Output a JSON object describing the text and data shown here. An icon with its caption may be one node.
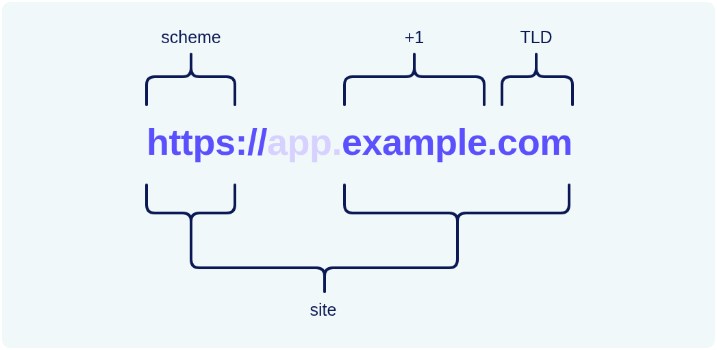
{
  "diagram": {
    "labels": [
      "scheme",
      "+1",
      "TLD",
      "https://",
      "app.",
      "example.com",
      "site"
    ]
  }
}
